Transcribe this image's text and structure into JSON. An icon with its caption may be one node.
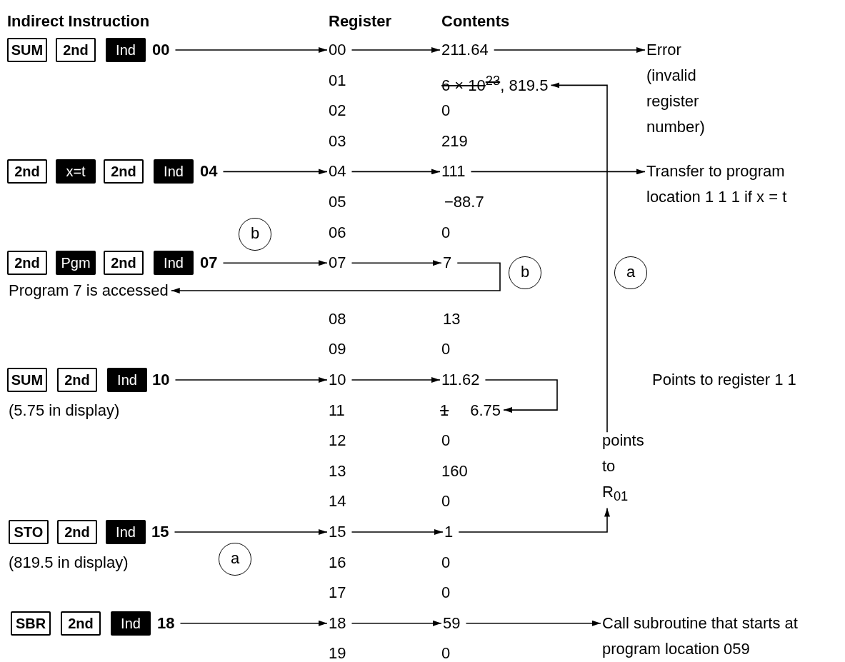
{
  "diagram": {
    "nodes": [
      {
        "text": [
          "SUM"
        ]
      },
      {
        "text": [
          "2nd"
        ]
      },
      {
        "text": [
          "Ind"
        ]
      },
      {
        "text": [
          "00"
        ]
      },
      {
        "text": [
          "00"
        ]
      },
      {
        "text": [
          "211.64"
        ]
      },
      {
        "text": [
          "Error (invalid register number)"
        ]
      },
      {
        "text": [
          "6 × 10$^{23}$",
          ", 819.5"
        ]
      },
      {
        "text": [
          "2nd"
        ]
      },
      {
        "text": [
          "x=t"
        ]
      },
      {
        "text": [
          "2nd"
        ]
      },
      {
        "text": [
          "Ind"
        ]
      },
      {
        "text": [
          "04"
        ]
      },
      {
        "text": [
          "04"
        ]
      },
      {
        "text": [
          "111"
        ]
      },
      {
        "text": [
          "Transfer to program location 1 1 1 if x = t"
        ]
      },
      {
        "text": [
          "2nd"
        ]
      },
      {
        "text": [
          "Pgm"
        ]
      },
      {
        "text": [
          "2nd"
        ]
      },
      {
        "text": [
          "Ind"
        ]
      },
      {
        "text": [
          "07"
        ]
      },
      {
        "text": [
          "07"
        ]
      },
      {
        "text": [
          "7"
        ]
      },
      {
        "text": [
          "Program 7 is accessed"
        ]
      },
      {
        "text": [
          "SUM"
        ]
      },
      {
        "text": [
          "2nd"
        ]
      },
      {
        "text": [
          "Ind"
        ]
      },
      {
        "text": [
          "10"
        ]
      },
      {
        "text": [
          "10"
        ]
      },
      {
        "text": [
          "11.62"
        ]
      },
      {
        "text": [
          "1",
          "6.75"
        ]
      },
      {
        "text": [
          "STO"
        ]
      },
      {
        "text": [
          "2nd"
        ]
      },
      {
        "text": [
          "Ind"
        ]
      },
      {
        "text": [
          "15"
        ]
      },
      {
        "text": [
          "15"
        ]
      },
      {
        "text": [
          "1"
        ]
      },
      {
        "text": [
          "points to R$_{01}$"
        ]
      },
      {
        "text": [
          "SBR"
        ]
      },
      {
        "text": [
          "2nd"
        ]
      },
      {
        "text": [
          "Ind"
        ]
      },
      {
        "text": [
          "18"
        ]
      },
      {
        "text": [
          "18"
        ]
      },
      {
        "text": [
          "59"
        ]
      },
      {
        "text": [
          "Call subroutine that starts at program location 059"
        ]
      },
      {
        "text": [
          "b"
        ]
      },
      {
        "text": [
          "b"
        ]
      },
      {
        "text": [
          "a"
        ]
      },
      {
        "text": [
          "a"
        ]
      }
    ],
    "edges": [
      {
        "from": 3,
        "to": 4,
        "arrow": "to"
      },
      {
        "from": 4,
        "to": 5,
        "arrow": "to"
      },
      {
        "from": 5,
        "to": 6,
        "arrow": "to"
      },
      {
        "from": 12,
        "to": 13,
        "arrow": "to"
      },
      {
        "from": 13,
        "to": 14,
        "arrow": "to"
      },
      {
        "from": 14,
        "to": 15,
        "arrow": "to"
      },
      {
        "from": 20,
        "to": 21,
        "arrow": "to"
      },
      {
        "from": 21,
        "to": 22,
        "arrow": "to"
      },
      {
        "from": 22,
        "to": 23,
        "arrow": "to"
      },
      {
        "from": 27,
        "to": 28,
        "arrow": "to"
      },
      {
        "from": 28,
        "to": 29,
        "arrow": "to"
      },
      {
        "from": 29,
        "to": 30,
        "arrow": "to"
      },
      {
        "from": 34,
        "to": 35,
        "arrow": "to"
      },
      {
        "from": 35,
        "to": 36,
        "arrow": "to"
      },
      {
        "from": 36,
        "to": 37,
        "arrow": "to"
      },
      {
        "from": 37,
        "to": 7,
        "arrow": "to"
      },
      {
        "from": 41,
        "to": 42,
        "arrow": "to"
      },
      {
        "from": 42,
        "to": 43,
        "arrow": "to"
      },
      {
        "from": 43,
        "to": 44,
        "arrow": "to"
      }
    ],
    "labels": [
      "Indirect Instruction",
      "Register",
      "Contents",
      "01",
      "02",
      "0",
      "03",
      "219",
      "05",
      "−88.7",
      "06",
      "0",
      "08",
      "13",
      "09",
      "0",
      "Points to register 1 1",
      "(5.75 in display)",
      "11",
      "12",
      "0",
      "13",
      "160",
      "14",
      "0",
      "(819.5 in display)",
      "16",
      "0",
      "17",
      "0",
      "19",
      "0"
    ]
  }
}
